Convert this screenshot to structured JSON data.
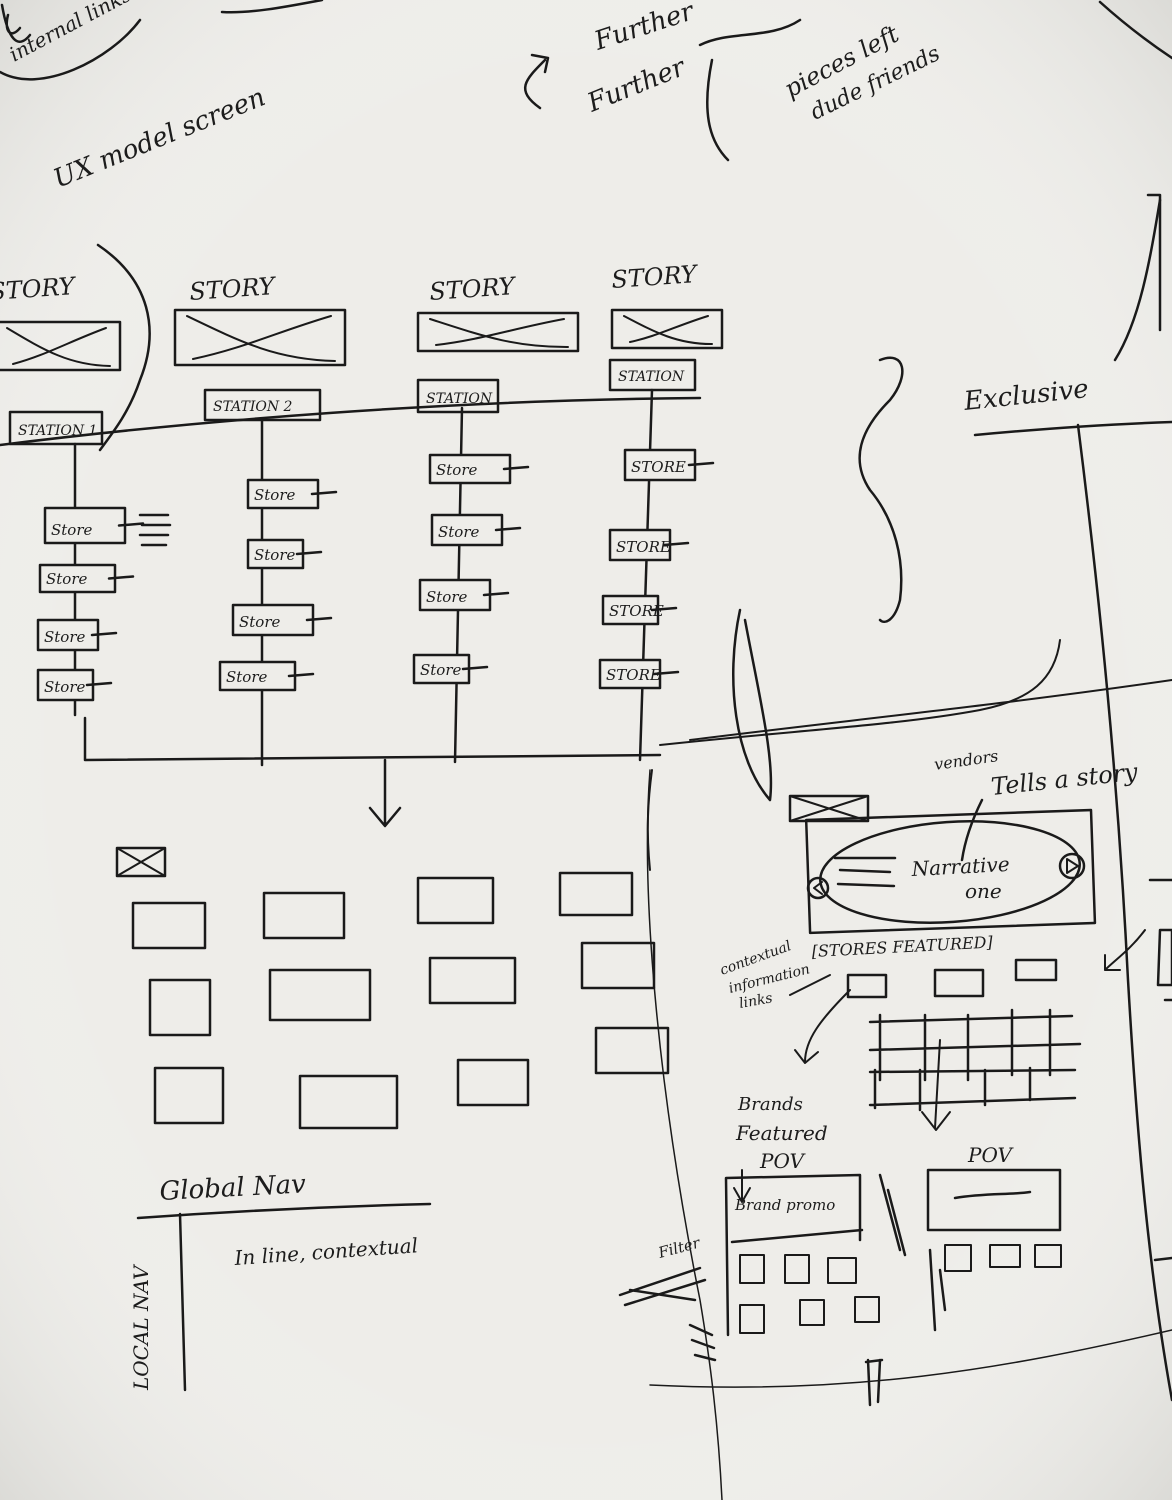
{
  "notes": {
    "internal_links": "internal links",
    "ux_model_screen": "UX model screen",
    "further_1": "Further",
    "further_2": "Further",
    "pieces_left": "pieces left",
    "dude_friends": "dude friends"
  },
  "flow": {
    "columns": [
      {
        "header": "STORY",
        "station": "STATION 1",
        "stores": [
          "Store",
          "Store",
          "Store",
          "Store"
        ]
      },
      {
        "header": "STORY",
        "station": "STATION 2",
        "stores": [
          "Store",
          "Store",
          "Store",
          "Store"
        ]
      },
      {
        "header": "STORY",
        "station": "STATION",
        "stores": [
          "Store",
          "Store",
          "Store",
          "Store"
        ]
      },
      {
        "header": "STORY",
        "station": "STATION",
        "stores": [
          "STORE",
          "STORE",
          "STORE",
          "STORE"
        ]
      }
    ]
  },
  "right_panel": {
    "exclusive": "Exclusive",
    "vendors": "vendors",
    "tells_a_story": "Tells a story",
    "narrative_line_1": "Narrative",
    "narrative_line_2": "one",
    "stores_featured": "[STORES FEATURED]",
    "contextual_info": [
      "contextual",
      "information",
      "links"
    ],
    "brands_featured_1": "Brands",
    "brands_featured_2": "Featured",
    "brands_featured_3": "POV",
    "brand_promo": "Brand promo",
    "pov_label": "POV",
    "filter_label": "Filter"
  },
  "nav": {
    "global_nav": "Global Nav",
    "inline_contextual": "In line, contextual",
    "local_nav": "LOCAL NAV"
  }
}
